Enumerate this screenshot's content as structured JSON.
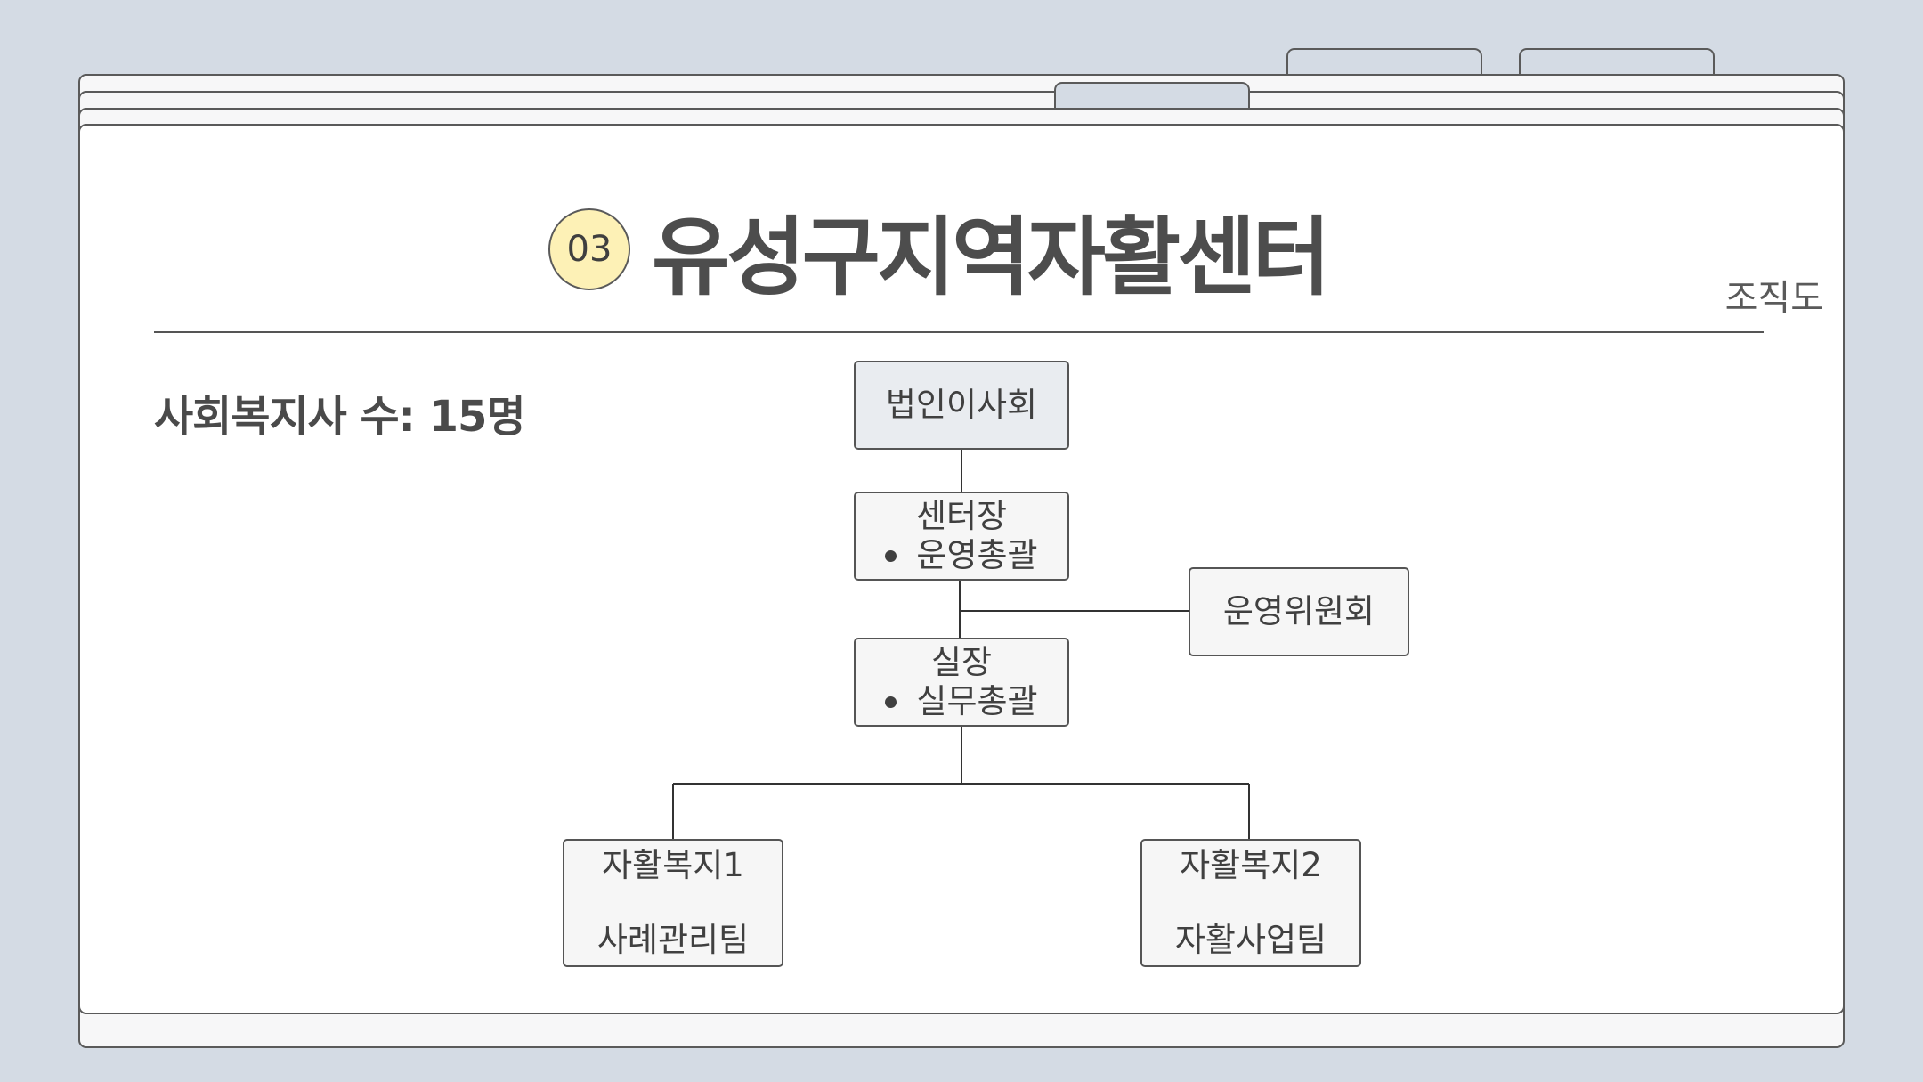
{
  "header": {
    "number_badge": "03",
    "title": "유성구지역자활센터",
    "section_label": "조직도"
  },
  "stat": {
    "text": "사회복지사 수: 15명"
  },
  "org_chart": {
    "board": {
      "label": "법인이사회"
    },
    "center_director": {
      "title": "센터장",
      "duty": "운영총괄"
    },
    "council": {
      "label": "운영위원회"
    },
    "chief": {
      "title": "실장",
      "duty": "실무총괄"
    },
    "team1": {
      "title": "자활복지1",
      "team": "사례관리팀"
    },
    "team2": {
      "title": "자활복지2",
      "team": "자활사업팀"
    }
  },
  "colors": {
    "background": "#d4dbe4",
    "badge": "#fdf1b6",
    "board_box": "#e9ecf0",
    "box": "#f6f6f6",
    "stroke": "#555555"
  }
}
